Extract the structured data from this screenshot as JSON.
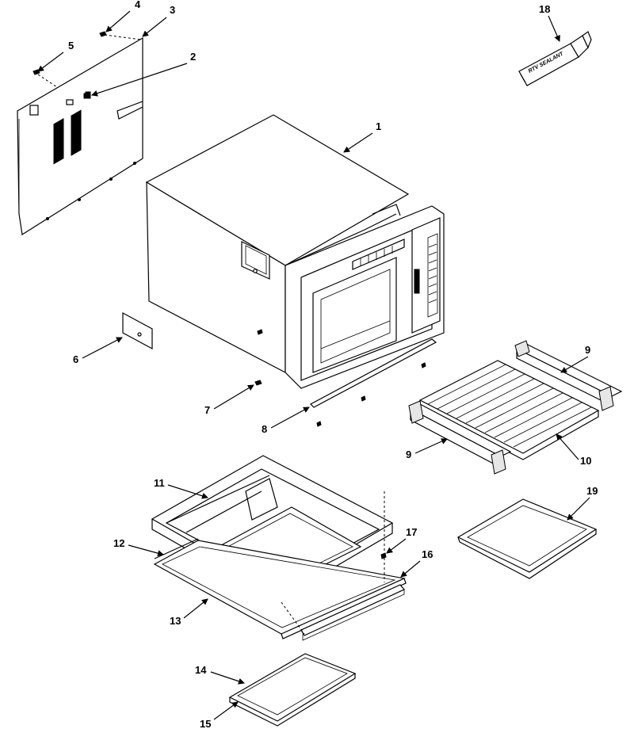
{
  "diagram": {
    "callouts": [
      {
        "id": "1",
        "text": "1"
      },
      {
        "id": "2",
        "text": "2"
      },
      {
        "id": "3",
        "text": "3"
      },
      {
        "id": "4",
        "text": "4"
      },
      {
        "id": "5",
        "text": "5"
      },
      {
        "id": "6",
        "text": "6"
      },
      {
        "id": "7",
        "text": "7"
      },
      {
        "id": "8",
        "text": "8"
      },
      {
        "id": "9a",
        "text": "9"
      },
      {
        "id": "9b",
        "text": "9"
      },
      {
        "id": "10",
        "text": "10"
      },
      {
        "id": "11",
        "text": "11"
      },
      {
        "id": "12",
        "text": "12"
      },
      {
        "id": "13",
        "text": "13"
      },
      {
        "id": "14",
        "text": "14"
      },
      {
        "id": "15",
        "text": "15"
      },
      {
        "id": "16",
        "text": "16"
      },
      {
        "id": "17",
        "text": "17"
      },
      {
        "id": "18",
        "text": "18"
      },
      {
        "id": "19",
        "text": "19"
      }
    ],
    "tube_label": "RTV SEALANT"
  }
}
